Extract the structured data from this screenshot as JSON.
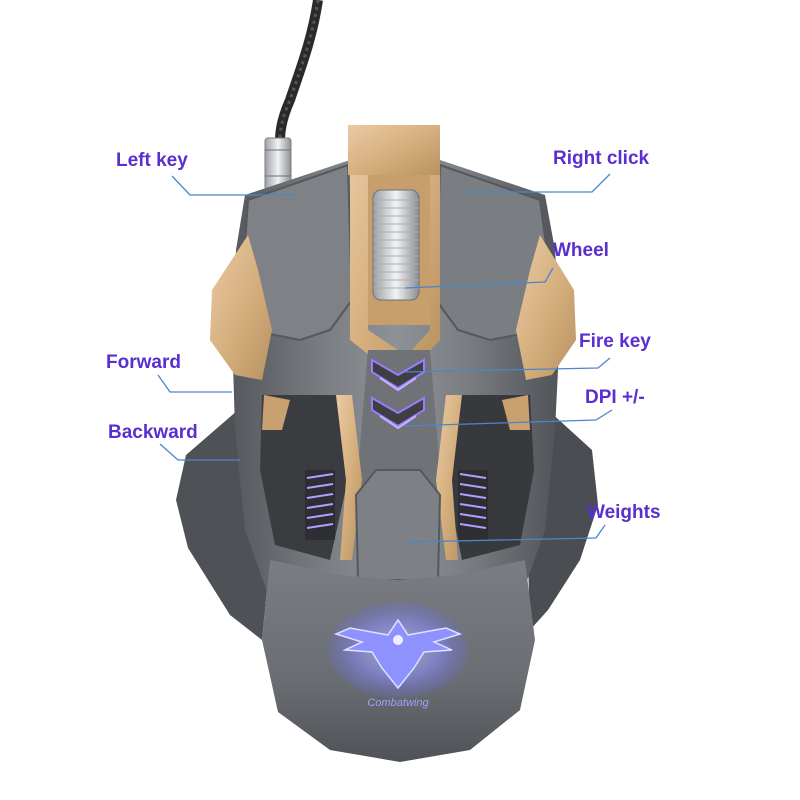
{
  "colors": {
    "label": "#5a2ecf",
    "leader_line": "#4b86c9",
    "shell": "#6d7075",
    "shell_light": "#8d9095",
    "shell_dark": "#3d3f43",
    "trim": "#d8b387",
    "led": "#7a7bff"
  },
  "labels": {
    "left_key": "Left key",
    "right_click": "Right click",
    "wheel": "Wheel",
    "fire_key": "Fire key",
    "forward": "Forward",
    "dpi": "DPI +/-",
    "backward": "Backward",
    "weights": "Weights"
  },
  "logo": {
    "text": "Combatwing",
    "icon": "eagle-logo-icon"
  }
}
